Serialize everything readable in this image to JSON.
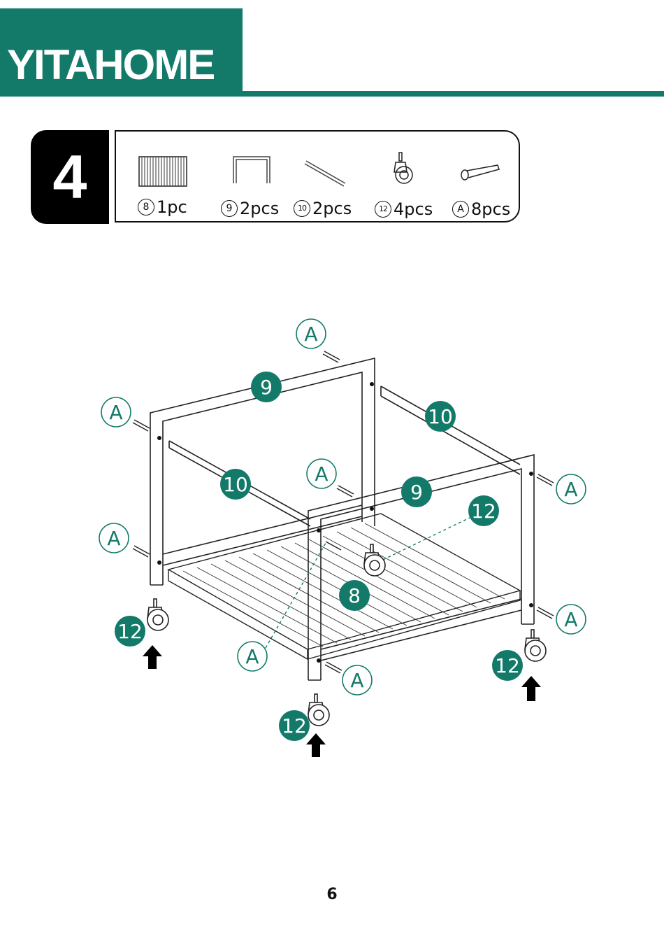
{
  "brand": {
    "name": "YITAHOME"
  },
  "step": {
    "number": "4"
  },
  "parts": [
    {
      "id": "8",
      "qty": "1pc"
    },
    {
      "id": "9",
      "qty": "2pcs"
    },
    {
      "id": "10",
      "qty": "2pcs"
    },
    {
      "id": "12",
      "qty": "4pcs"
    },
    {
      "id": "A",
      "qty": "8pcs"
    }
  ],
  "diagram": {
    "labels": {
      "frame": "9",
      "crossbar": "10",
      "shelf": "8",
      "caster": "12",
      "screw": "A"
    }
  },
  "colors": {
    "brand": "#137a69",
    "step_box": "#000000"
  },
  "icons": {
    "arrow": "up-arrow-icon"
  },
  "page": {
    "number": "6"
  }
}
